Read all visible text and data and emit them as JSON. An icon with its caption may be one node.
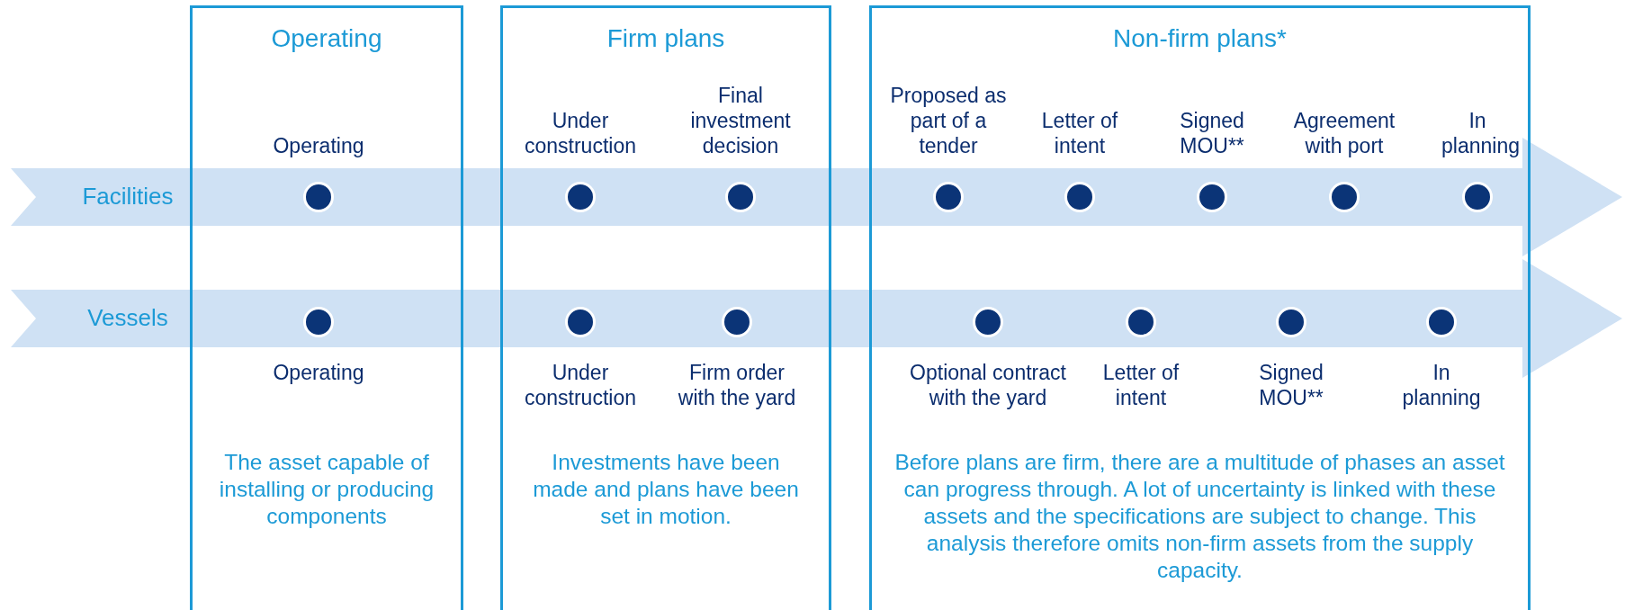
{
  "diagram": {
    "nodes": [
      {
        "text": [
          "Operating",
          "The asset capable of installing or producing components"
        ]
      },
      {
        "text": [
          "Firm plans",
          "Investments have been made and plans have been set in motion."
        ]
      },
      {
        "text": [
          "Non-firm plans*",
          "Before plans are firm, there are a multitude of phases an asset can progress through. A lot of uncertainty is linked with these assets and the specifications are subject to change. This analysis therefore omits non-firm assets from the supply capacity."
        ]
      },
      {
        "text": [
          "Facilities"
        ]
      },
      {
        "text": [
          "Vessels"
        ]
      },
      {
        "text": [],
        "shape": "circle"
      },
      {
        "text": [],
        "shape": "circle"
      },
      {
        "text": [],
        "shape": "circle"
      },
      {
        "text": [],
        "shape": "circle"
      },
      {
        "text": [],
        "shape": "circle"
      },
      {
        "text": [],
        "shape": "circle"
      },
      {
        "text": [],
        "shape": "circle"
      },
      {
        "text": [],
        "shape": "circle"
      },
      {
        "text": [],
        "shape": "circle"
      },
      {
        "text": [],
        "shape": "circle"
      },
      {
        "text": [],
        "shape": "circle"
      },
      {
        "text": [],
        "shape": "circle"
      },
      {
        "text": [],
        "shape": "circle"
      },
      {
        "text": [],
        "shape": "circle"
      },
      {
        "text": [],
        "shape": "circle"
      }
    ],
    "labels": [
      "Operating",
      "Under construction",
      "Final investment decision",
      "Proposed as part of a tender",
      "Letter of intent",
      "Signed MOU**",
      "Agreement with port",
      "In planning",
      "Operating",
      "Under construction",
      "Firm order with the yard",
      "Optional contract with the yard",
      "Letter of intent",
      "Signed MOU**",
      "In planning"
    ]
  }
}
